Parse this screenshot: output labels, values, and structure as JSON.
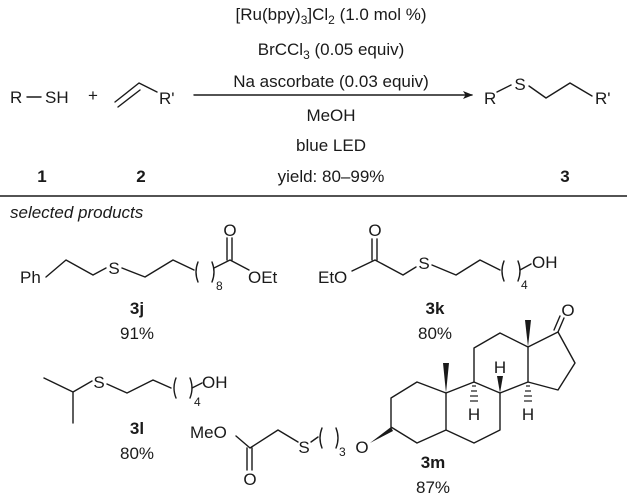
{
  "reaction": {
    "reactant1": {
      "formula_r": "R",
      "formula_dash": "−",
      "formula_sh": "SH",
      "label": "1"
    },
    "plus": "+",
    "reactant2": {
      "substituent": "R'",
      "label": "2"
    },
    "product": {
      "r": "R",
      "s": "S",
      "r_prime": "R'",
      "label": "3"
    },
    "conditions": {
      "catalyst": {
        "a": "[Ru(bpy)",
        "sub1": "3",
        "b": "]Cl",
        "sub2": "2",
        "c": " (1.0 mol %)"
      },
      "additive": {
        "a": "BrCCl",
        "sub1": "3",
        "b": " (0.05 equiv)"
      },
      "reductant": "Na ascorbate (0.03 equiv)",
      "solvent": "MeOH",
      "light": "blue LED",
      "yield": "yield: 80–99%"
    }
  },
  "section_title": "selected products",
  "products": [
    {
      "id": "3j",
      "yield": "91%",
      "atoms": {
        "ph": "Ph",
        "s": "S",
        "repeat": "8",
        "o": "O",
        "oet": "OEt"
      }
    },
    {
      "id": "3k",
      "yield": "80%",
      "atoms": {
        "eto": "EtO",
        "o": "O",
        "s": "S",
        "repeat": "4",
        "oh": "OH"
      }
    },
    {
      "id": "3l",
      "yield": "80%",
      "atoms": {
        "s": "S",
        "repeat": "4",
        "oh": "OH"
      }
    },
    {
      "id": "3m",
      "yield": "87%",
      "atoms": {
        "meo": "MeO",
        "o_carbonyl": "O",
        "s": "S",
        "repeat": "3",
        "o_ether": "O",
        "o_ketone": "O",
        "h9": "H",
        "h8": "H",
        "h14": "H"
      }
    }
  ]
}
